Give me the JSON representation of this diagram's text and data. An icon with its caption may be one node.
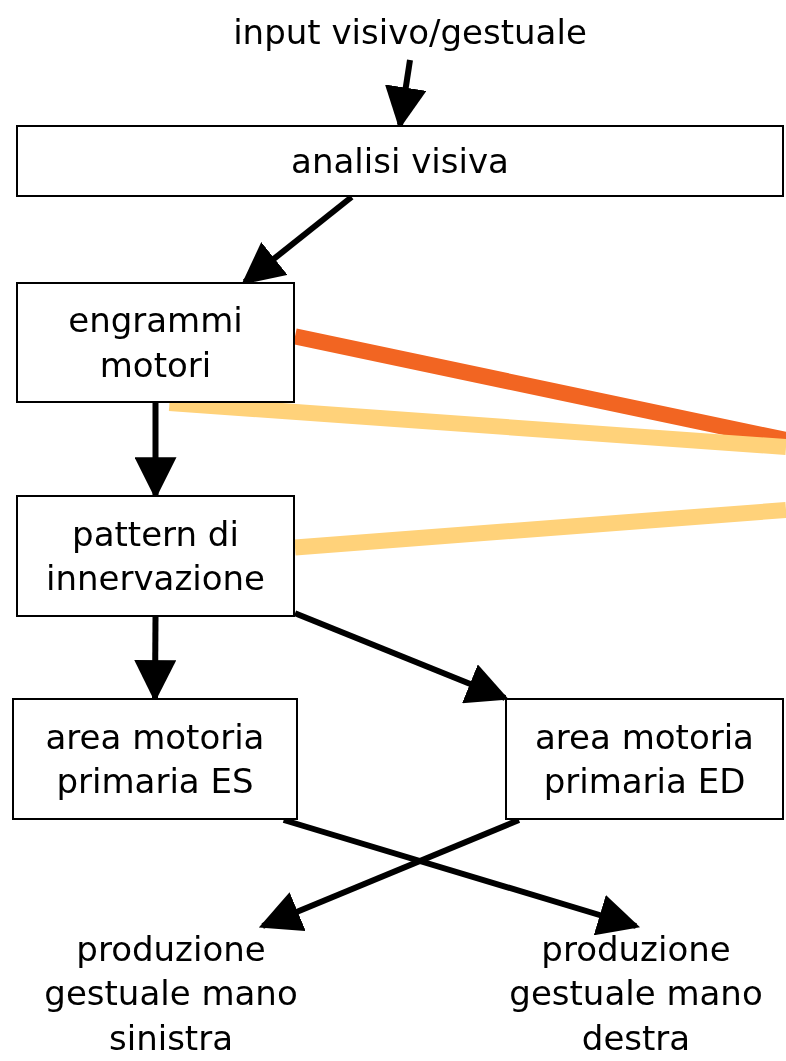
{
  "diagram": {
    "nodes": [
      {
        "text": [
          "input visivo/gestuale"
        ]
      },
      {
        "text": [
          "analisi visiva"
        ]
      },
      {
        "text": [
          "engrammi motori"
        ]
      },
      {
        "text": [
          "pattern di innervazione"
        ]
      },
      {
        "text": [
          "area motoria primaria ES"
        ]
      },
      {
        "text": [
          "area motoria primaria ED"
        ]
      },
      {
        "text": [
          "produzione gestuale mano sinistra"
        ]
      },
      {
        "text": [
          "produzione gestuale mano destra"
        ]
      }
    ],
    "edges": [
      {
        "from": 0,
        "to": 1,
        "arrow": "to"
      },
      {
        "from": 1,
        "to": 2,
        "arrow": "to"
      },
      {
        "from": 2,
        "to": 3,
        "arrow": "to"
      },
      {
        "from": 3,
        "to": 4,
        "arrow": "to"
      },
      {
        "from": 3,
        "to": 5,
        "arrow": "to"
      },
      {
        "from": 4,
        "to": 7,
        "arrow": "to"
      },
      {
        "from": 5,
        "to": 6,
        "arrow": "to"
      },
      {
        "from": 2,
        "to": null,
        "arrow": "none",
        "style": "thick",
        "color": "#f26522"
      },
      {
        "from": 2,
        "to": null,
        "arrow": "none",
        "style": "thick",
        "color": "#ffd27a"
      },
      {
        "from": 3,
        "to": null,
        "arrow": "none",
        "style": "thick",
        "color": "#ffd27a"
      }
    ]
  }
}
